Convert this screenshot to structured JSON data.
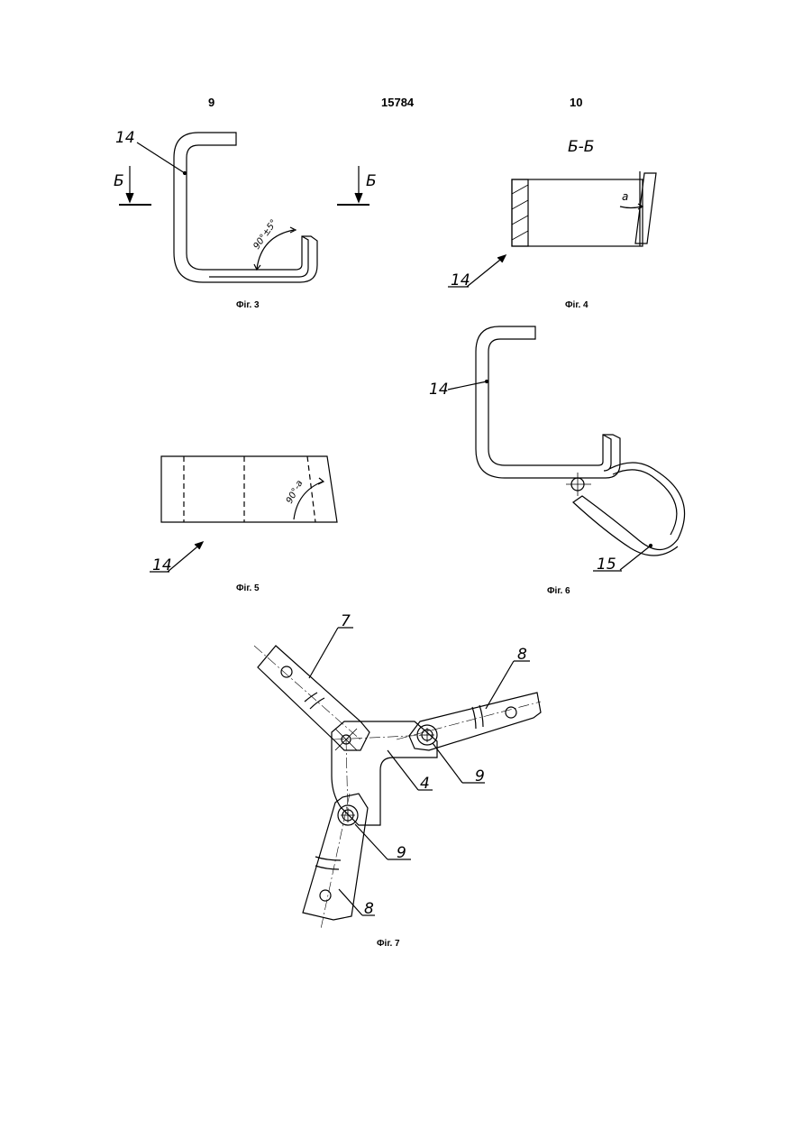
{
  "header": {
    "left_page": "9",
    "patent_number": "15784",
    "right_page": "10"
  },
  "figures": {
    "fig3": {
      "caption": "Фіг. 3",
      "part_label": "14",
      "section_label_left": "Б",
      "section_label_right": "Б",
      "angle_label": "90°±5°"
    },
    "fig4": {
      "caption": "Фіг. 4",
      "section_title": "Б-Б",
      "angle_label": "a",
      "part_label": "14"
    },
    "fig5": {
      "caption": "Фіг. 5",
      "angle_label": "90°-a",
      "part_label": "14"
    },
    "fig6": {
      "caption": "Фіг. 6",
      "part_label_bracket": "14",
      "part_label_loop": "15"
    },
    "fig7": {
      "caption": "Фіг. 7",
      "label_arm_7": "7",
      "label_arm_8_right": "8",
      "label_plate_4": "4",
      "label_bolt_9_right": "9",
      "label_bolt_9_bottom": "9",
      "label_arm_8_bottom": "8"
    }
  }
}
